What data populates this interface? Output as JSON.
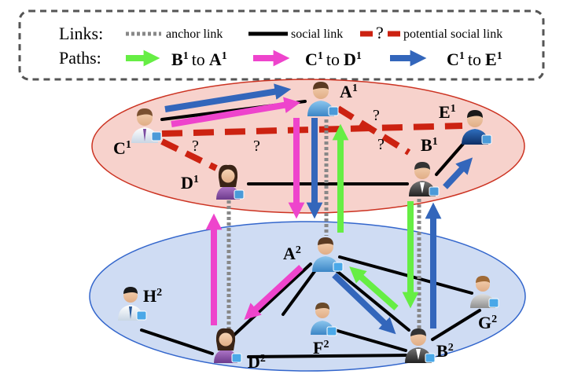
{
  "legend": {
    "links_label": "Links:",
    "anchor_link": "anchor link",
    "social_link": "social link",
    "question_mark": "?",
    "potential_social_link": "potential social link",
    "paths_label": "Paths:",
    "path_b_to_a": {
      "from": "B",
      "from_sup": "1",
      "to_word": "to",
      "to": "A",
      "to_sup": "1",
      "color": "#66ee44"
    },
    "path_c_to_d": {
      "from": "C",
      "from_sup": "1",
      "to_word": "to",
      "to": "D",
      "to_sup": "1",
      "color": "#ee44cc"
    },
    "path_c_to_e": {
      "from": "C",
      "from_sup": "1",
      "to_word": "to",
      "to": "E",
      "to_sup": "1",
      "color": "#3366bb"
    }
  },
  "colors": {
    "network1_fill": "#f7d2cc",
    "network1_border": "#cc3322",
    "network2_fill": "#cfdcf3",
    "network2_border": "#3366cc",
    "potential_link": "#cc2211",
    "social_link": "#000000",
    "anchor_link": "#888888"
  },
  "network1": {
    "nodes": [
      {
        "id": "A1",
        "letter": "A",
        "sup": "1",
        "icon": "person-icon"
      },
      {
        "id": "B1",
        "letter": "B",
        "sup": "1",
        "icon": "person-icon"
      },
      {
        "id": "C1",
        "letter": "C",
        "sup": "1",
        "icon": "person-icon"
      },
      {
        "id": "D1",
        "letter": "D",
        "sup": "1",
        "icon": "person-icon"
      },
      {
        "id": "E1",
        "letter": "E",
        "sup": "1",
        "icon": "person-icon"
      }
    ],
    "question_marks": [
      "?",
      "?",
      "?",
      "?"
    ]
  },
  "network2": {
    "nodes": [
      {
        "id": "A2",
        "letter": "A",
        "sup": "2",
        "icon": "person-icon"
      },
      {
        "id": "B2",
        "letter": "B",
        "sup": "2",
        "icon": "person-icon"
      },
      {
        "id": "D2",
        "letter": "D",
        "sup": "2",
        "icon": "person-icon"
      },
      {
        "id": "F2",
        "letter": "F",
        "sup": "2",
        "icon": "person-icon"
      },
      {
        "id": "G2",
        "letter": "G",
        "sup": "2",
        "icon": "person-icon"
      },
      {
        "id": "H2",
        "letter": "H",
        "sup": "2",
        "icon": "person-icon"
      }
    ]
  }
}
